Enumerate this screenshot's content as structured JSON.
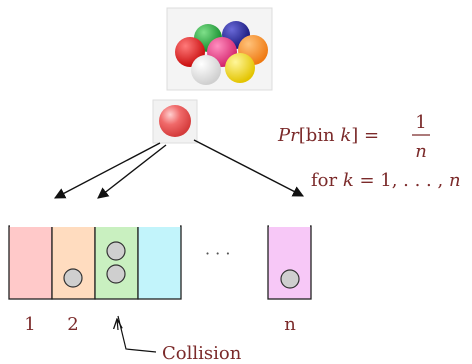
{
  "formula": {
    "lhs_func": "Pr",
    "lhs_arg": "[bin ",
    "lhs_var": "k",
    "lhs_close": "] =",
    "numerator": "1",
    "denominator": "n",
    "range_prefix": "for ",
    "range_var": "k",
    "range_mid": " = 1, . . . , ",
    "range_end": "n"
  },
  "ellipsis": "· · ·",
  "bin_labels": {
    "first": "1",
    "second": "2",
    "last": "n"
  },
  "collision_label": "Collision",
  "colors": {
    "text": "#7b2a2a",
    "bin1": "#ffc9c9",
    "bin2": "#ffdcbf",
    "bin3": "#c9f0c0",
    "bin4": "#c2f4fb",
    "bin_n": "#f7c8f7",
    "ball_in_bin": "#cfcfcf",
    "red_ball": "#f06a6a"
  },
  "balls_in_bins": {
    "bin2": 1,
    "bin3": 2,
    "bin_n": 1
  }
}
